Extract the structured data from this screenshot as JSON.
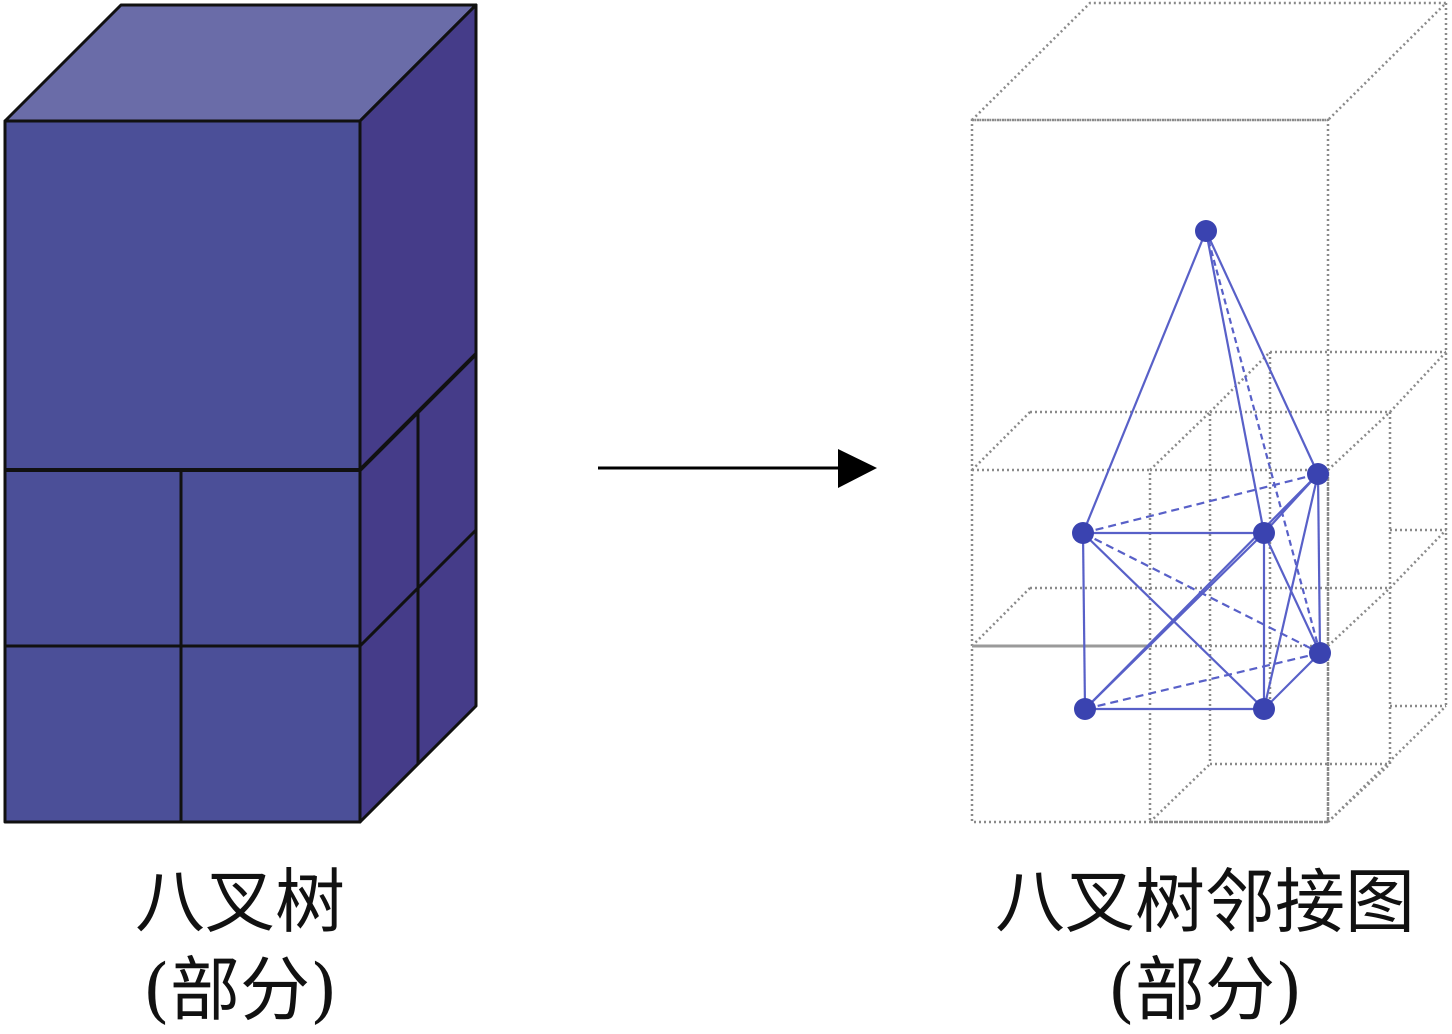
{
  "left_figure": {
    "title": "八叉树",
    "subtitle": "(部分)"
  },
  "right_figure": {
    "title": "八叉树邻接图",
    "subtitle": "(部分)"
  },
  "colors": {
    "cube_front": "#4b4f98",
    "cube_top": "#6a6ca8",
    "cube_side": "#453c89",
    "cube_edge": "#111111",
    "graph_node": "#3a43b0",
    "graph_edge": "#5860c8",
    "wireframe": "#8a8a8a",
    "arrow": "#000000"
  }
}
